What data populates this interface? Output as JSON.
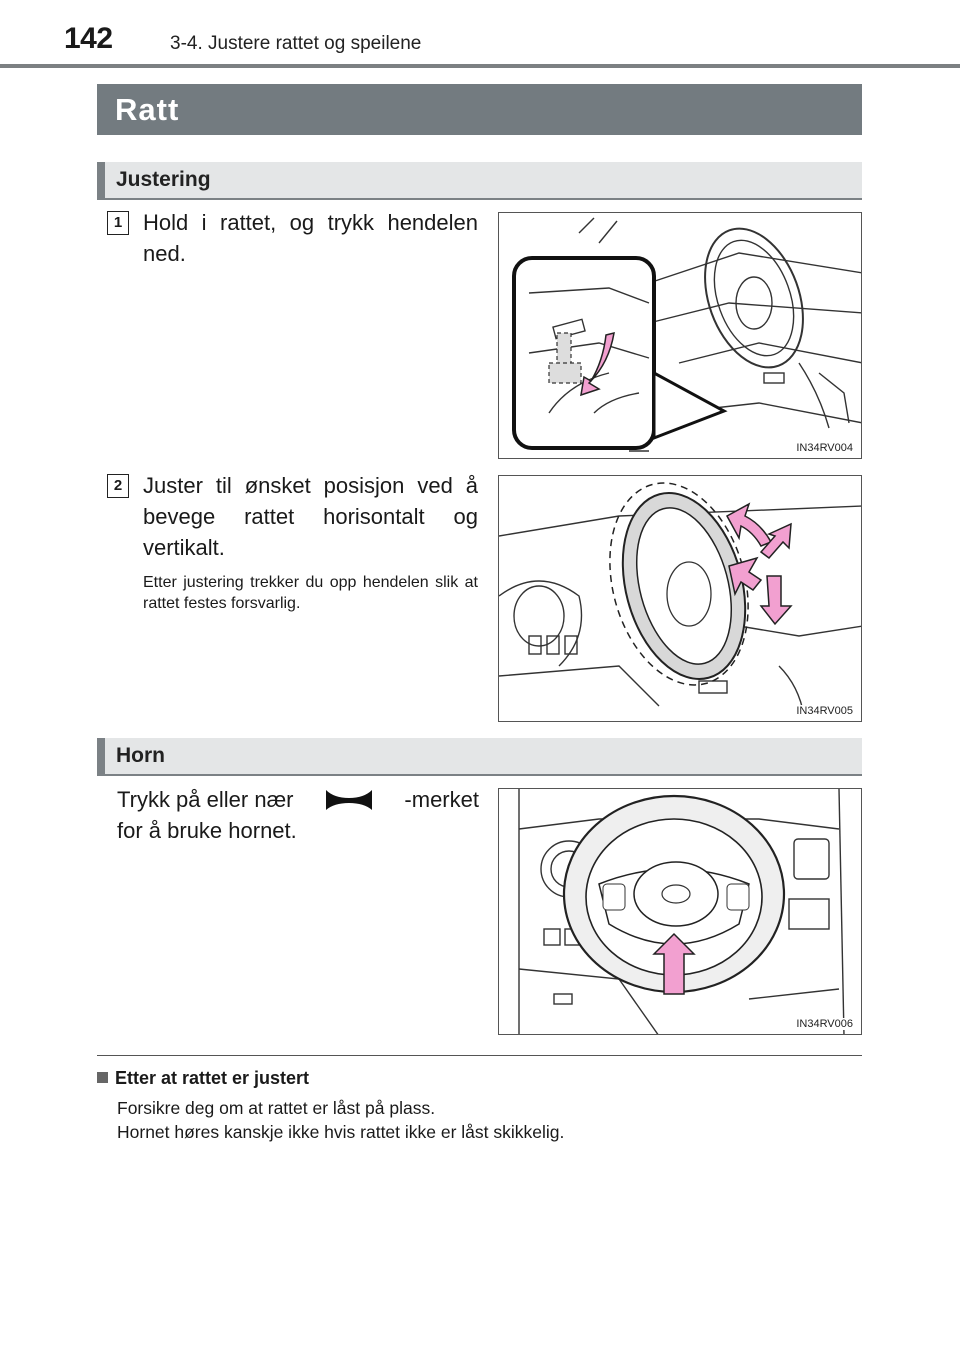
{
  "header": {
    "page_number": "142",
    "section": "3-4. Justere rattet og speilene"
  },
  "banner": {
    "title": "Ratt"
  },
  "justering": {
    "heading": "Justering",
    "steps": [
      {
        "number": "1",
        "text": "Hold i rattet, og trykk hendelen ned.",
        "figure_code": "IN34RV004"
      },
      {
        "number": "2",
        "text": "Juster til ønsket posisjon ved å bevege rattet horisontalt og vertikalt.",
        "note": "Etter justering trekker du opp hendelen slik at rattet festes forsvarlig.",
        "figure_code": "IN34RV005"
      }
    ]
  },
  "horn": {
    "heading": "Horn",
    "text_before": "Trykk på eller nær",
    "text_after": "-merket",
    "text_line2": "for å bruke hornet.",
    "icon": "horn-icon",
    "figure_code": "IN34RV006"
  },
  "note": {
    "title": "Etter at rattet er justert",
    "lines": [
      "Forsikre deg om at rattet er låst på plass.",
      "Hornet høres kanskje ikke hvis rattet ikke er låst skikkelig."
    ]
  },
  "colors": {
    "banner": "#737b80",
    "subhead_bg": "#e4e6e7",
    "arrow_pink": "#f2a0d0"
  }
}
